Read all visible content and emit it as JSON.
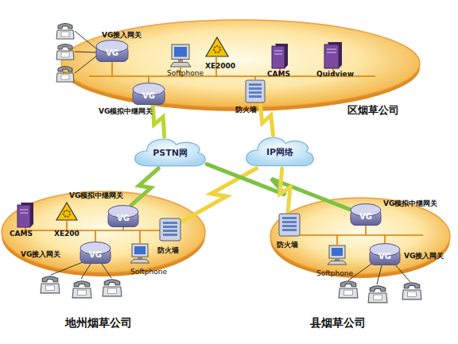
{
  "diagram": {
    "nodes": [
      {
        "text": [
          "区烟草公司"
        ]
      },
      {
        "text": [
          "VG",
          "VG接入网关"
        ],
        "in": 0
      },
      {
        "text": [
          "Softphone"
        ],
        "in": 0
      },
      {
        "text": [
          "XE2000"
        ],
        "in": 0
      },
      {
        "text": [
          "CAMS"
        ],
        "in": 0
      },
      {
        "text": [
          "Quidview"
        ],
        "in": 0
      },
      {
        "text": [
          "VG",
          "VG模拟中继网关"
        ],
        "in": 0
      },
      {
        "text": [
          "防火墙"
        ],
        "in": 0
      },
      {
        "text": [
          "地州烟草公司"
        ]
      },
      {
        "text": [
          "VG",
          "VG模拟中继网关"
        ],
        "in": 8
      },
      {
        "text": [
          "CAMS"
        ],
        "in": 8
      },
      {
        "text": [
          "XE200"
        ],
        "in": 8
      },
      {
        "text": [
          "防火墙"
        ],
        "in": 8
      },
      {
        "text": [
          "VG",
          "VG接入网关"
        ],
        "in": 8
      },
      {
        "text": [
          "Softphone"
        ],
        "in": 8
      },
      {
        "text": [
          "县烟草公司"
        ]
      },
      {
        "text": [
          "VG",
          "VG模拟中继网关"
        ],
        "in": 15
      },
      {
        "text": [
          "防火墙"
        ],
        "in": 15
      },
      {
        "text": [
          "Softphone"
        ],
        "in": 15
      },
      {
        "text": [
          "VG",
          "VG接入网关"
        ],
        "in": 15
      },
      {
        "text": [
          "PSTN网"
        ]
      },
      {
        "text": [
          "IP网络"
        ]
      }
    ],
    "edges": [
      {
        "from": 6,
        "to": 20,
        "arrow": "none"
      },
      {
        "from": 7,
        "to": 21,
        "arrow": "none"
      },
      {
        "from": 20,
        "to": 9,
        "arrow": "none"
      },
      {
        "from": 21,
        "to": 12,
        "arrow": "none"
      },
      {
        "from": 20,
        "to": 16,
        "arrow": "none"
      },
      {
        "from": 21,
        "to": 17,
        "arrow": "none"
      }
    ]
  }
}
